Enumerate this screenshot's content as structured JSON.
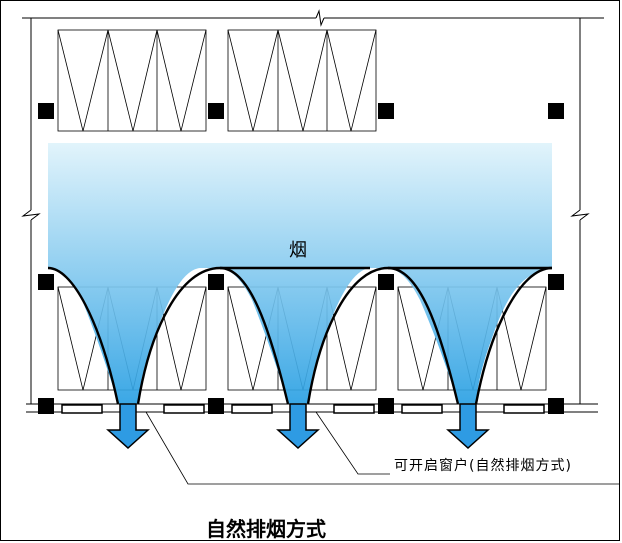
{
  "labels": {
    "smoke": "烟",
    "openable_window": "可开启窗户(自然排烟方式)",
    "title": "自然排烟方式"
  },
  "colors": {
    "smoke_top": "#dff3fb",
    "smoke_bottom": "#2aa0e3",
    "arrow": "#2e9be3",
    "line": "#000000",
    "column": "#000000"
  }
}
